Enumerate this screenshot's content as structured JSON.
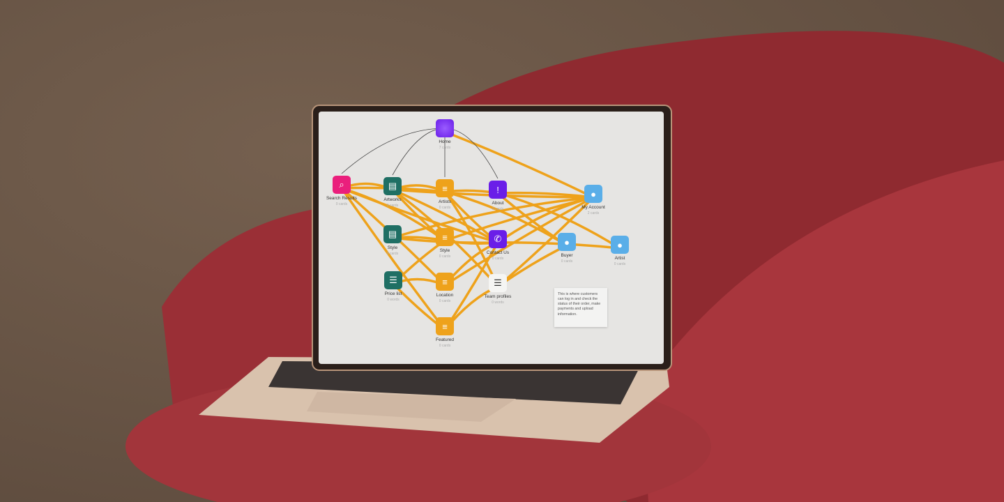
{
  "diagram": {
    "nodes": [
      {
        "id": "home",
        "label": "Home",
        "sub": "7 cards",
        "icon": "home-square-icon",
        "color": "#7a2cf0"
      },
      {
        "id": "search",
        "label": "Search Results",
        "sub": "0 cards",
        "icon": "search-icon",
        "color": "#ea1f7c"
      },
      {
        "id": "artworks",
        "label": "Artworks",
        "sub": "0 cards",
        "icon": "browser-window-icon",
        "color": "#1f6f64"
      },
      {
        "id": "artists",
        "label": "Artists",
        "sub": "0 cards",
        "icon": "text-lines-icon",
        "color": "#eea21b"
      },
      {
        "id": "about",
        "label": "About",
        "sub": "0 cards",
        "icon": "info-message-icon",
        "color": "#6a1ee8"
      },
      {
        "id": "myaccount",
        "label": "My Account",
        "sub": "2 cards",
        "icon": "user-icon",
        "color": "#5aaee8"
      },
      {
        "id": "style1",
        "label": "Style",
        "sub": "0 cards",
        "icon": "browser-window-icon",
        "color": "#1f6f64"
      },
      {
        "id": "style2",
        "label": "Style",
        "sub": "0 cards",
        "icon": "text-lines-icon",
        "color": "#eea21b"
      },
      {
        "id": "contact",
        "label": "Contact Us",
        "sub": "0 cards",
        "icon": "phone-icon",
        "color": "#6a1ee8"
      },
      {
        "id": "buyer",
        "label": "Buyer",
        "sub": "0 cards",
        "icon": "user-icon",
        "color": "#5aaee8"
      },
      {
        "id": "artist",
        "label": "Artist",
        "sub": "0 cards",
        "icon": "user-icon",
        "color": "#5aaee8"
      },
      {
        "id": "pricelist",
        "label": "Price list",
        "sub": "0 words",
        "icon": "document-icon",
        "color": "#1f6f64"
      },
      {
        "id": "location",
        "label": "Location",
        "sub": "0 cards",
        "icon": "text-lines-icon",
        "color": "#eea21b"
      },
      {
        "id": "team",
        "label": "Team profiles",
        "sub": "0 words",
        "icon": "document-icon",
        "color": "#f5f5f3"
      },
      {
        "id": "featured",
        "label": "Featured",
        "sub": "0 cards",
        "icon": "text-lines-icon",
        "color": "#eea21b"
      }
    ],
    "note": "This is where customers can log in and check the status of their order, make payments and upload information.",
    "link_color": "#eea21b"
  }
}
